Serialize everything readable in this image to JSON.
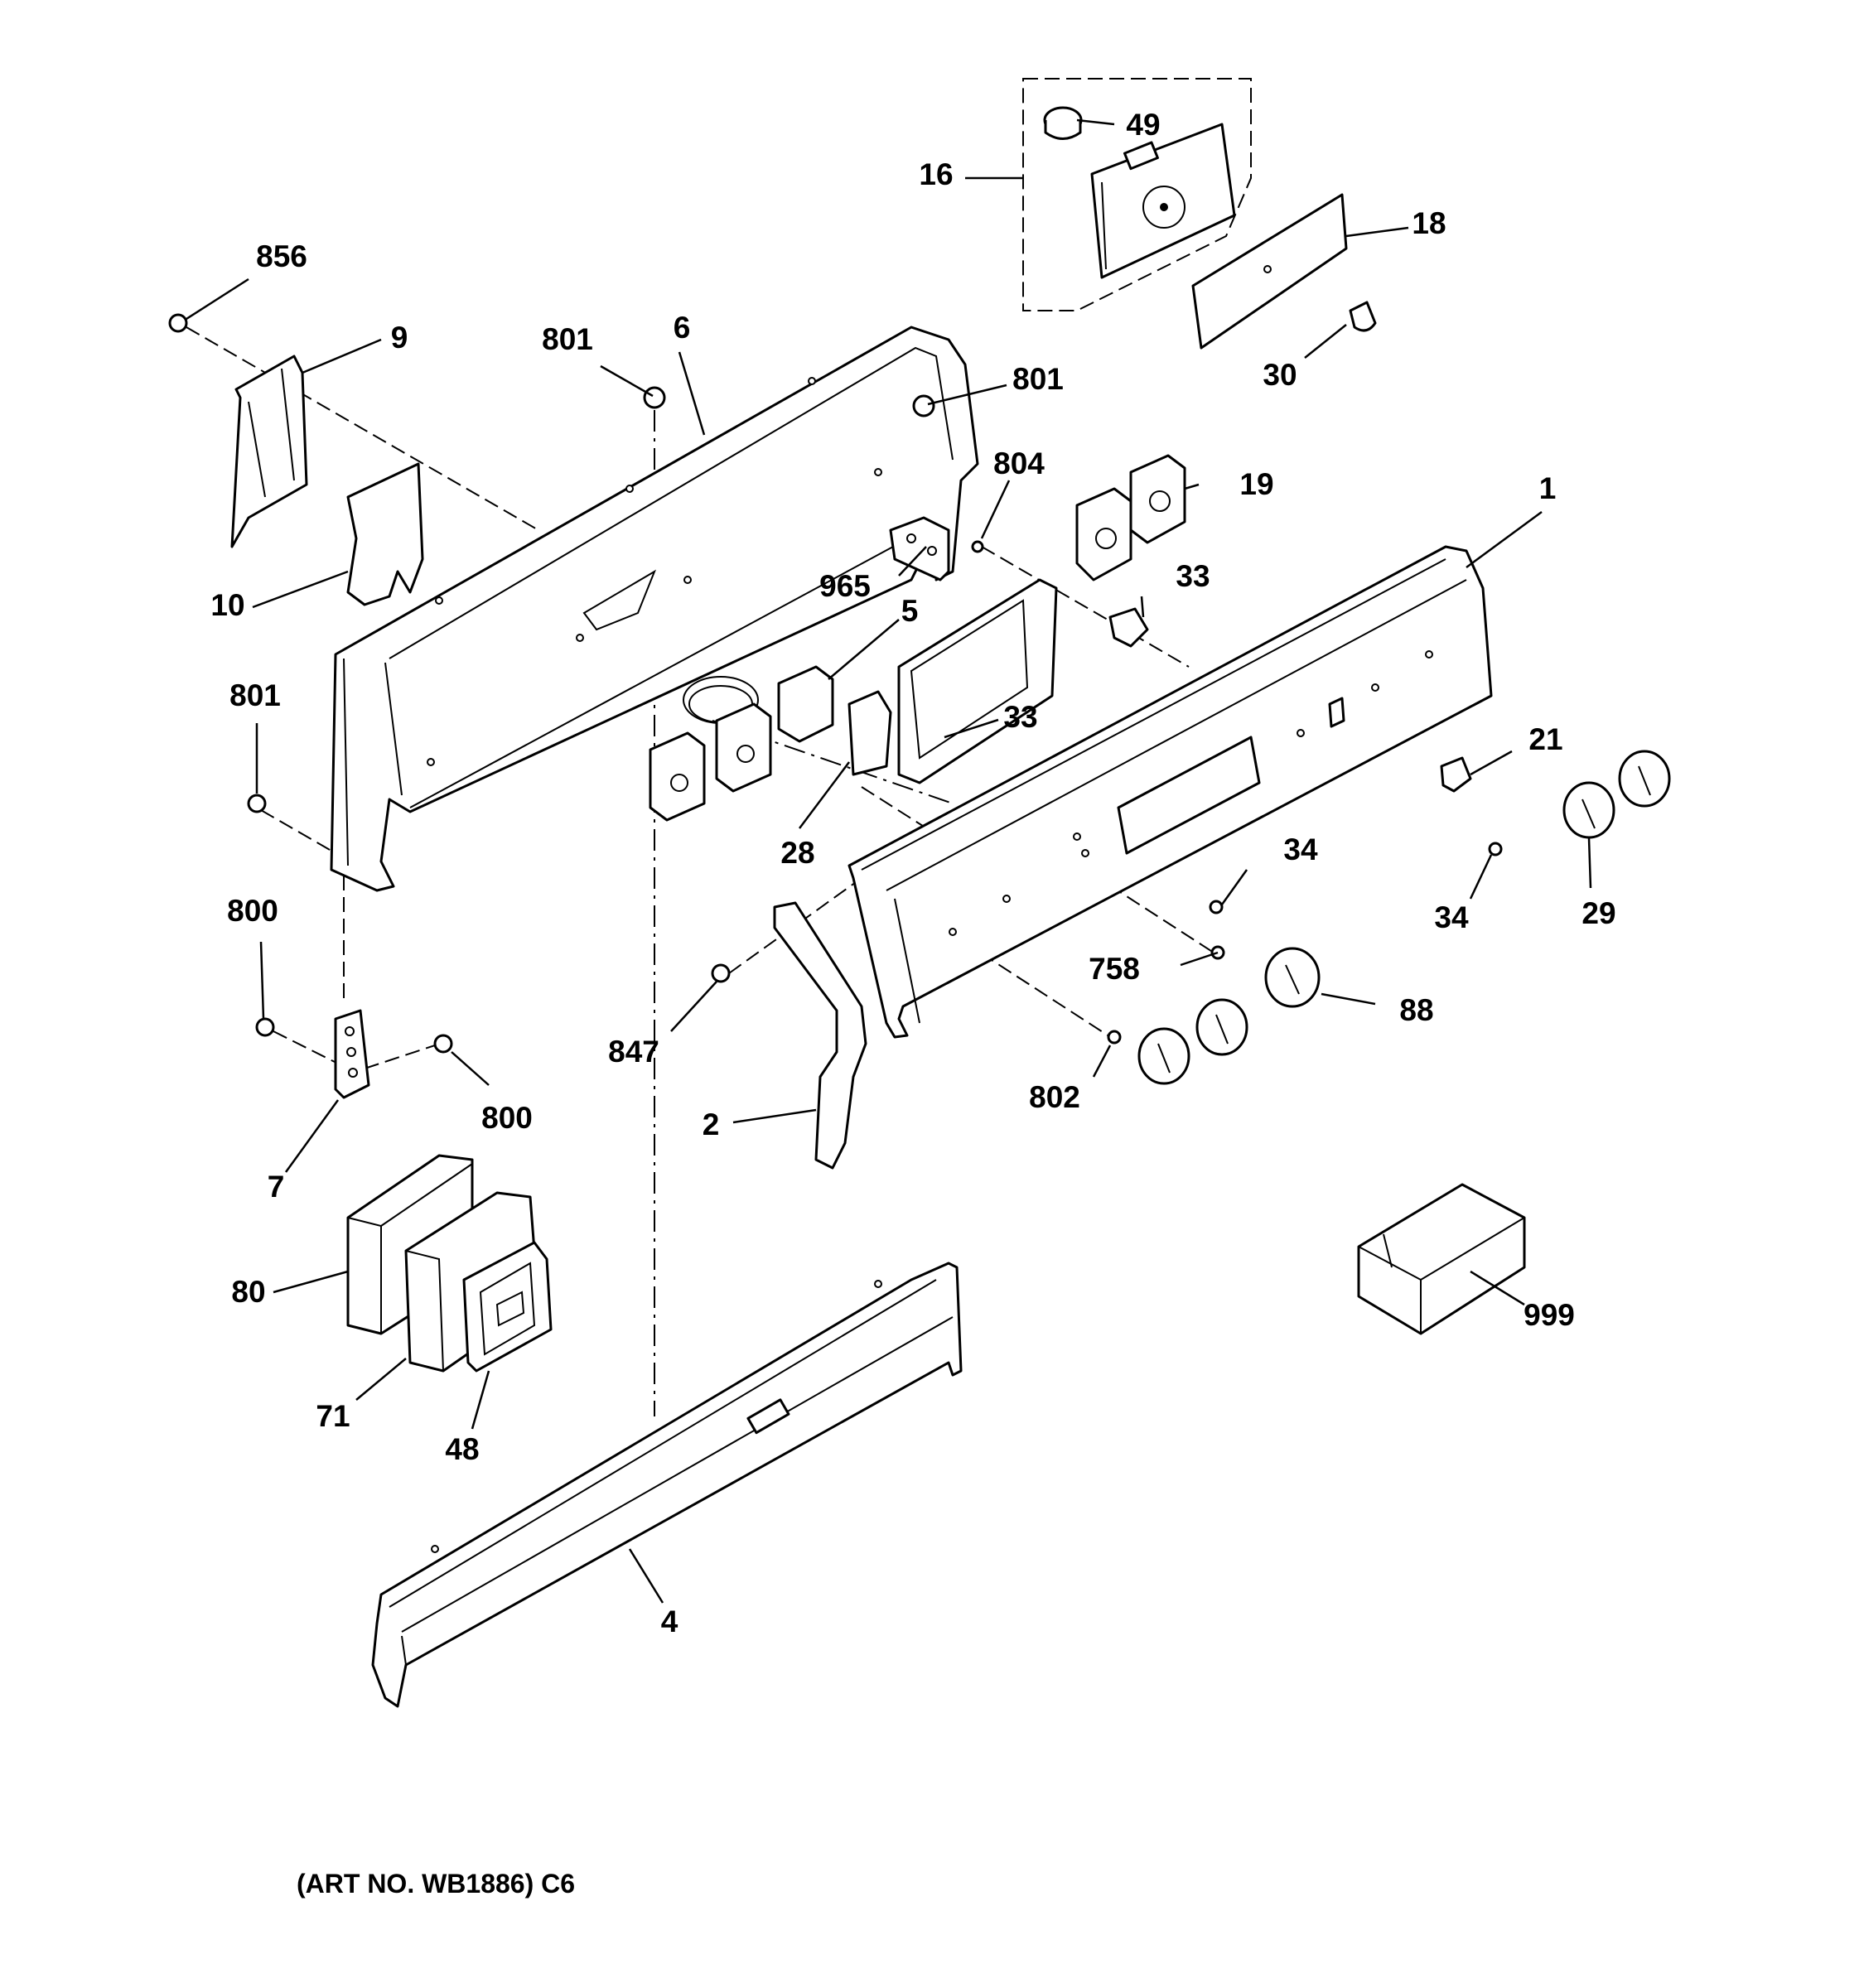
{
  "diagram": {
    "art_number": "(ART NO. WB1886) C6",
    "callouts": {
      "p1": "1",
      "p2": "2",
      "p4": "4",
      "p5": "5",
      "p6": "6",
      "p7": "7",
      "p9": "9",
      "p10": "10",
      "p16": "16",
      "p18": "18",
      "p19": "19",
      "p21": "21",
      "p28": "28",
      "p29": "29",
      "p30": "30",
      "p33a": "33",
      "p33b": "33",
      "p34a": "34",
      "p34b": "34",
      "p48": "48",
      "p49": "49",
      "p71": "71",
      "p80": "80",
      "p88": "88",
      "p758": "758",
      "p800a": "800",
      "p800b": "800",
      "p801a": "801",
      "p801b": "801",
      "p801c": "801",
      "p802": "802",
      "p804": "804",
      "p847": "847",
      "p856": "856",
      "p965": "965",
      "p999": "999"
    }
  }
}
